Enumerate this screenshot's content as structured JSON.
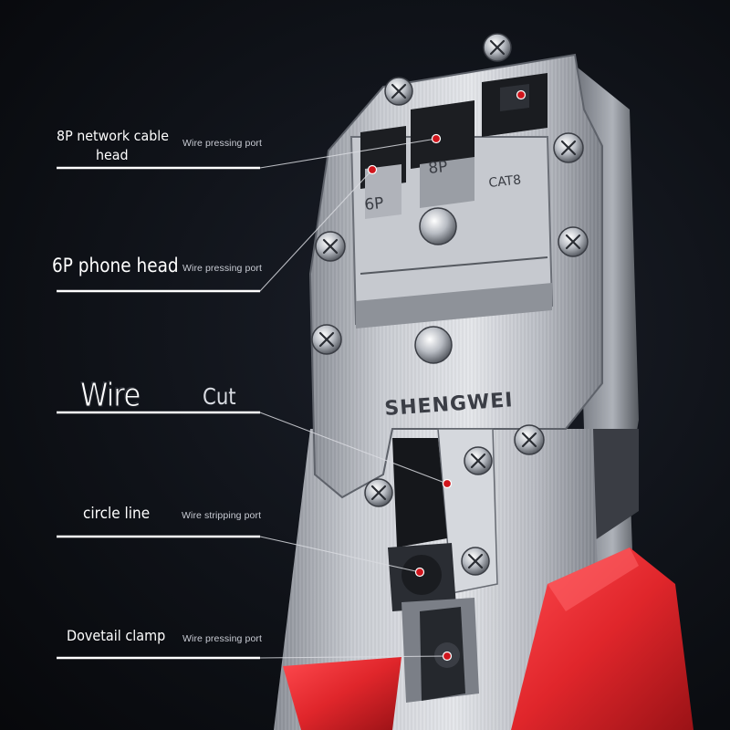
{
  "callouts": [
    {
      "title": "8P network cable",
      "title2": "head",
      "subtitle": "Wire pressing port"
    },
    {
      "title": "6P phone head",
      "subtitle": "Wire pressing port"
    },
    {
      "title": "Wire",
      "title2": "Cut"
    },
    {
      "title": "circle line",
      "subtitle": "Wire stripping port"
    },
    {
      "title": "Dovetail clamp",
      "subtitle": "Wire pressing port"
    }
  ],
  "tool": {
    "brand": "SHENGWEI",
    "port_8p": "8P",
    "port_6p": "6P",
    "port_cat8": "CAT8",
    "handle_color": "#e0262b",
    "marker_color": "#d0151c"
  }
}
